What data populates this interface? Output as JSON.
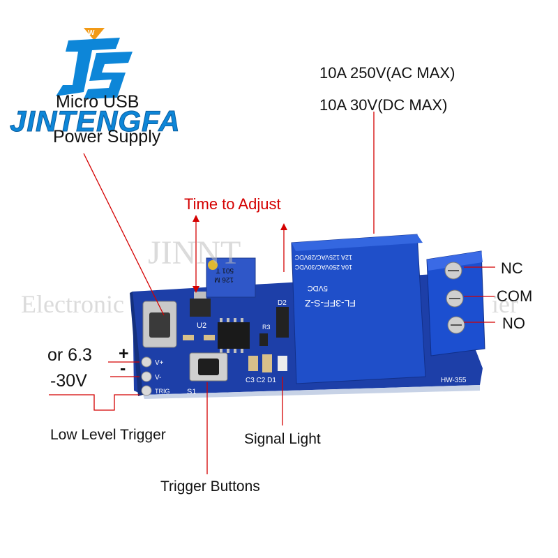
{
  "logo": {
    "brand": "JINTENGFA",
    "mark": "W"
  },
  "watermark": {
    "line1": "JINNT",
    "line2": "Electronic",
    "line3": "ier"
  },
  "labels": {
    "micro_usb": "Micro USB",
    "power_supply": "Power Supply",
    "ac_rating": "10A 250V(AC MAX)",
    "dc_rating": "10A 30V(DC MAX)",
    "time_adjust": "Time to Adjust",
    "nc": "NC",
    "com": "COM",
    "no": "NO",
    "voltage_low": "or 6.3",
    "plus": "+",
    "minus": "-",
    "voltage_high": "-30V",
    "low_level_trigger": "Low Level Trigger",
    "signal_light": "Signal Light",
    "trigger_buttons": "Trigger Buttons"
  },
  "board": {
    "pins": [
      "V+",
      "V-",
      "TRIG"
    ],
    "silkscreen": [
      "U2",
      "S1",
      "C3",
      "C2",
      "D1",
      "D2",
      "R3",
      "HW-355"
    ],
    "pot_text": [
      "501 T",
      "126 M"
    ],
    "relay_text": [
      "FL-3FF-S-Z",
      "5VDC",
      "10A 250VAC/30VDC",
      "12A 125VAC/28VDC"
    ]
  },
  "colors": {
    "accent_red": "#d40000",
    "pcb_blue": "#1d3fa8",
    "relay_blue": "#1f4fc9",
    "logo_blue": "#0d86d8"
  }
}
